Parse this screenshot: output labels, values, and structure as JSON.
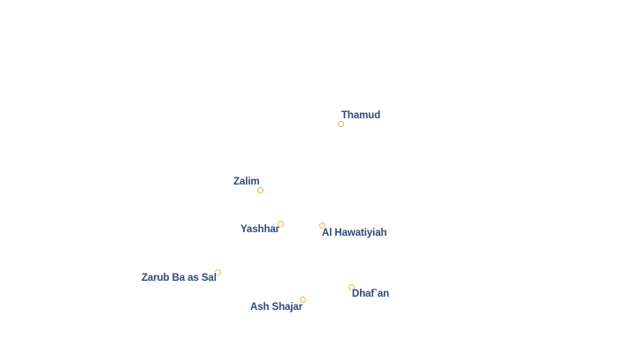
{
  "places": [
    {
      "name": "Thamud"
    },
    {
      "name": "Zalim"
    },
    {
      "name": "Yashhar"
    },
    {
      "name": "Al Hawatiyiah"
    },
    {
      "name": "Zarub Ba as Sal"
    },
    {
      "name": "Dhaf`an"
    },
    {
      "name": "Ash Shajar"
    }
  ],
  "colors": {
    "label": "#2c4a7a",
    "marker": "#f0b450"
  }
}
